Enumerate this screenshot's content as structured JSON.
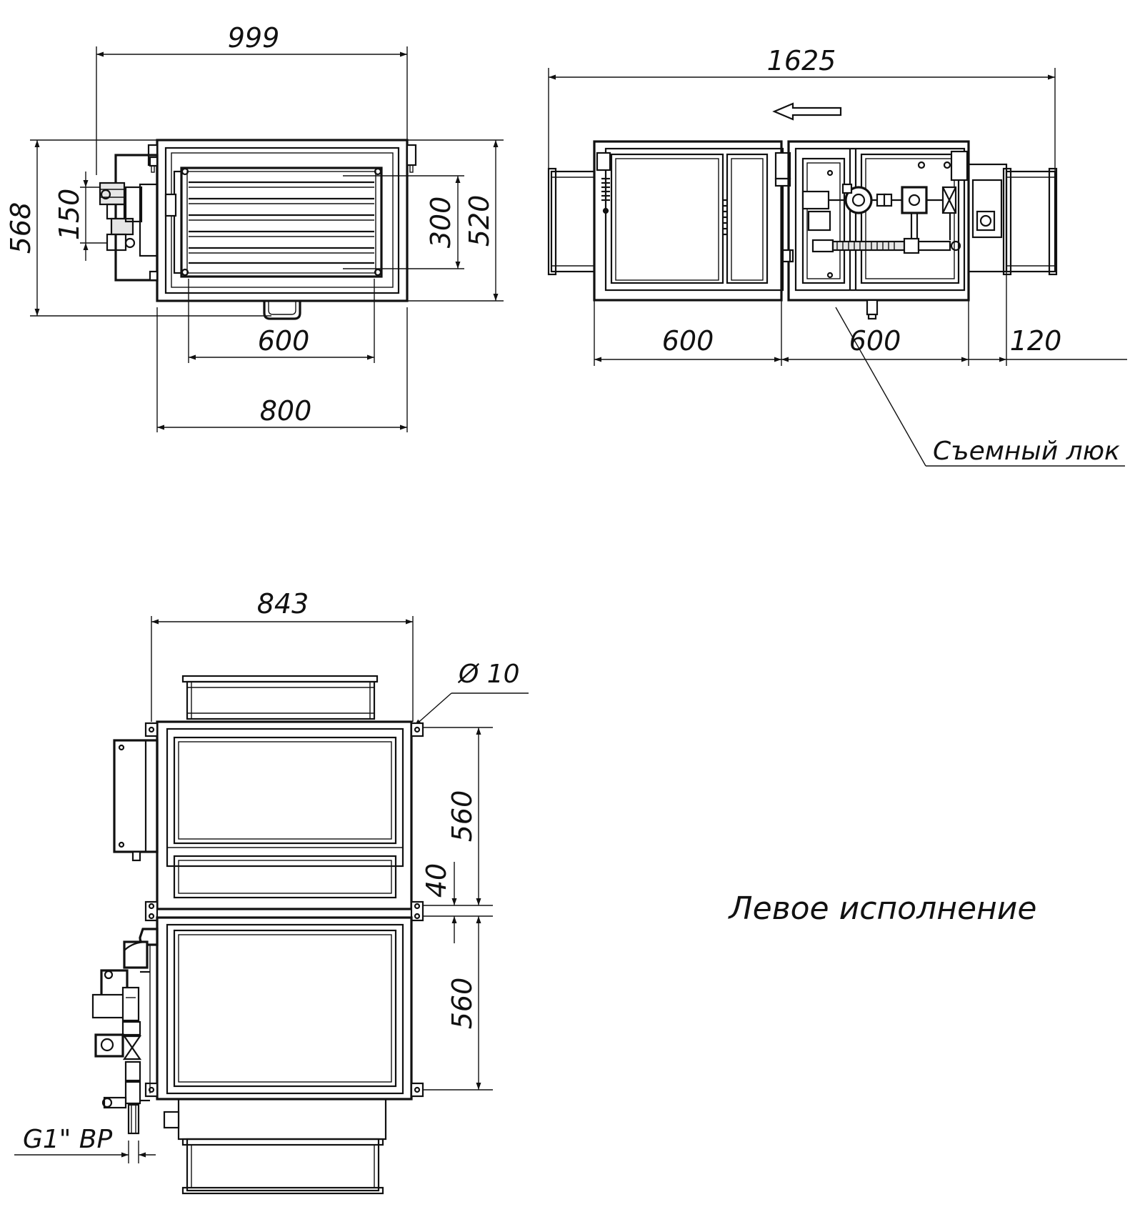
{
  "top_left_view": {
    "dim_width_overall": "999",
    "dim_height_overall": "568",
    "dim_150": "150",
    "dim_300": "300",
    "dim_520": "520",
    "dim_inner_width": "600",
    "dim_body_width": "800"
  },
  "top_right_view": {
    "dim_length_overall": "1625",
    "dim_section_1": "600",
    "dim_section_2": "600",
    "dim_flange": "120",
    "removable_hatch_label": "Съемный люк"
  },
  "bottom_view": {
    "dim_width": "843",
    "dim_hole": "Ø 10",
    "dim_upper_section": "560",
    "dim_gap": "40",
    "dim_lower_section": "560",
    "thread_label": "G1\" ВР"
  },
  "caption": "Левое исполнение",
  "colors": {
    "line": "#111111",
    "background": "#ffffff"
  }
}
